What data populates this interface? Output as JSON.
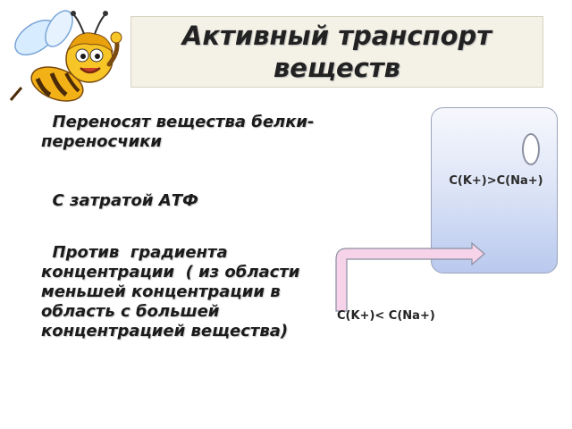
{
  "title": "Активный транспорт веществ",
  "points": [
    "  Переносят вещества белки-переносчики",
    "  С затратой АТФ",
    "  Против  градиента концентрации  ( из области меньшей концентрации в область с большей концентрацией вещества)"
  ],
  "diagram": {
    "inside_label": "C(K+)>C(Na+)",
    "outside_label": "C(K+)< C(Na+)"
  },
  "colors": {
    "arrow_fill": "#f7d3ea",
    "cell_fill": "#c7d3f3",
    "title_box": "#f4f2e6"
  },
  "icons": [
    "bee-mascot-icon",
    "membrane-channel-icon",
    "transport-arrow-icon"
  ]
}
